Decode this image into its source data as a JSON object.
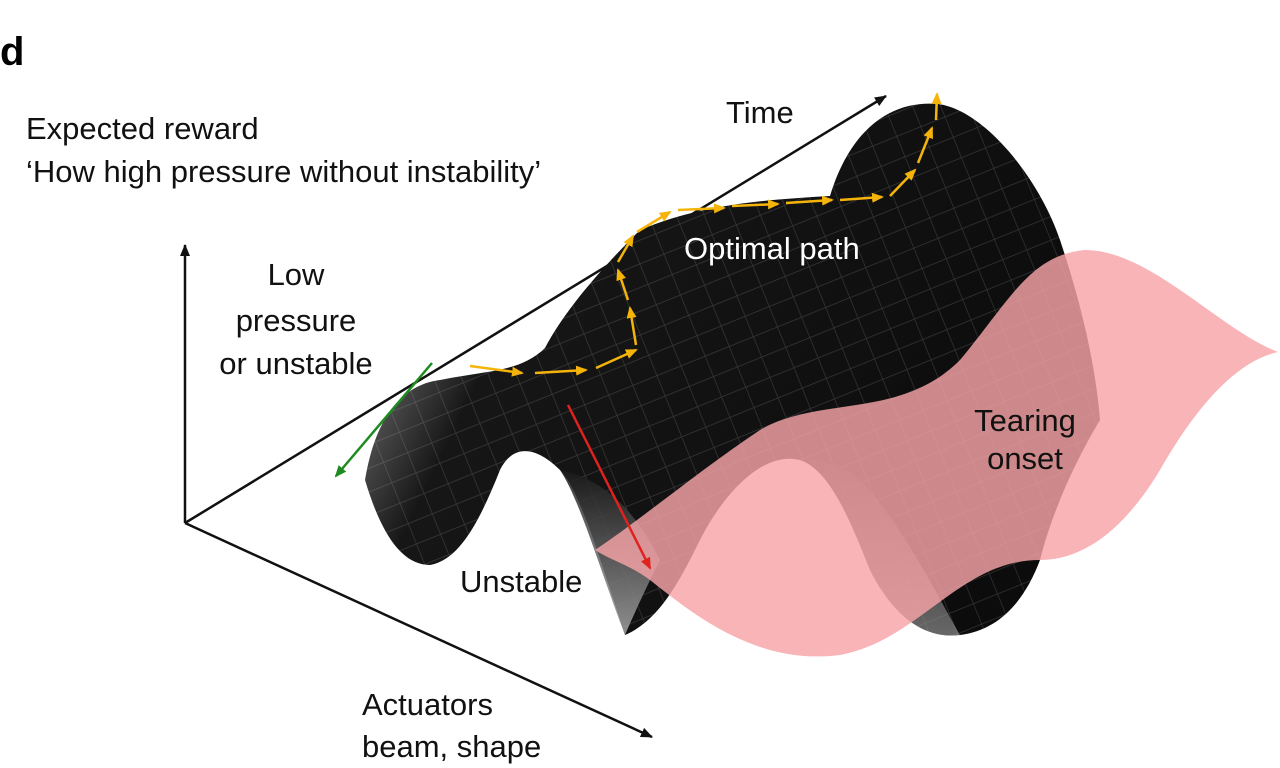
{
  "panel_label": "d",
  "axes": {
    "vertical_label_line1": "Expected reward",
    "vertical_label_line2": "‘How high pressure without instability’",
    "depth_label": "Time",
    "horizontal_label_line1": "Actuators",
    "horizontal_label_line2": "beam, shape"
  },
  "annotations": {
    "low_pressure_line1": "Low",
    "low_pressure_line2": "pressure",
    "low_pressure_line3": "or unstable",
    "optimal_path": "Optimal path",
    "unstable": "Unstable",
    "tearing_line1": "Tearing",
    "tearing_line2": "onset"
  },
  "colors": {
    "surface_dark": "#101010",
    "surface_light": "#d8d8d8",
    "tearing_plane": "#f6a3a6",
    "optimal_path_arrows": "#f5b40a",
    "unstable_arrow": "#e0221f",
    "low_pressure_arrow": "#1f8a1f",
    "axes": "#111111"
  }
}
